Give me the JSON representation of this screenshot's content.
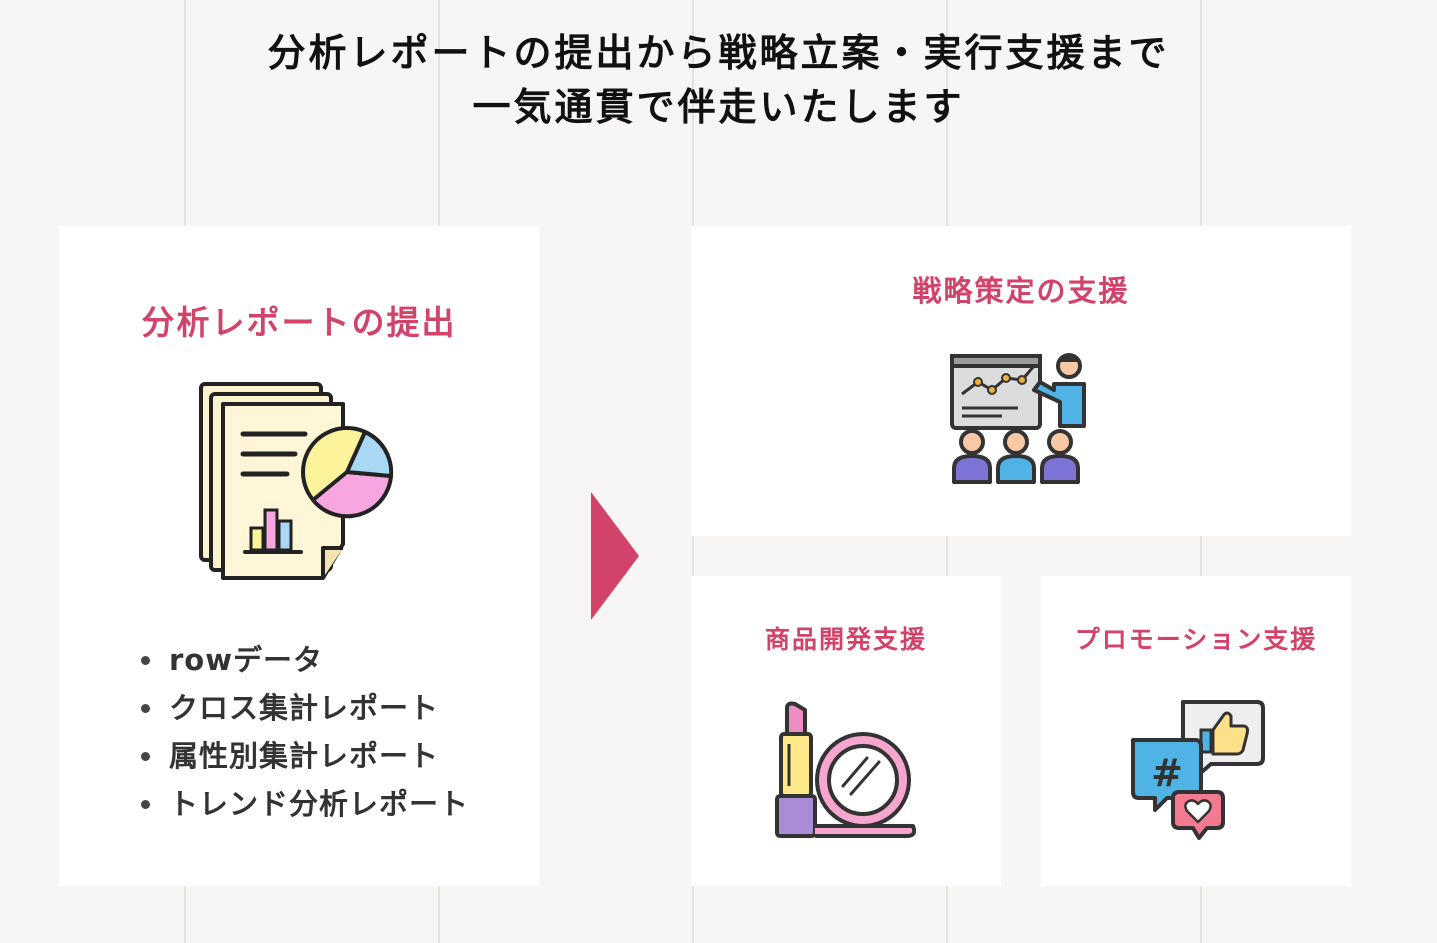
{
  "headline": {
    "line1": "分析レポートの提出から戦略立案・実行支援まで",
    "line2": "一気通貫で伴走いたします"
  },
  "report_panel": {
    "title": "分析レポートの提出",
    "icon": "report-pie-chart-icon",
    "items": [
      "rowデータ",
      "クロス集計レポート",
      "属性別集計レポート",
      "トレンド分析レポート"
    ]
  },
  "flow_arrow": {
    "icon": "arrow-right-icon",
    "color": "#d2436a"
  },
  "strategy_panel": {
    "title": "戦略策定の支援",
    "icon": "presentation-audience-icon"
  },
  "product_panel": {
    "title": "商品開発支援",
    "icon": "lipstick-mirror-icon"
  },
  "promotion_panel": {
    "title": "プロモーション支援",
    "icon": "social-media-bubbles-icon"
  },
  "colors": {
    "accent": "#d2436a",
    "background": "#f7f6f4",
    "panel": "#ffffff"
  }
}
